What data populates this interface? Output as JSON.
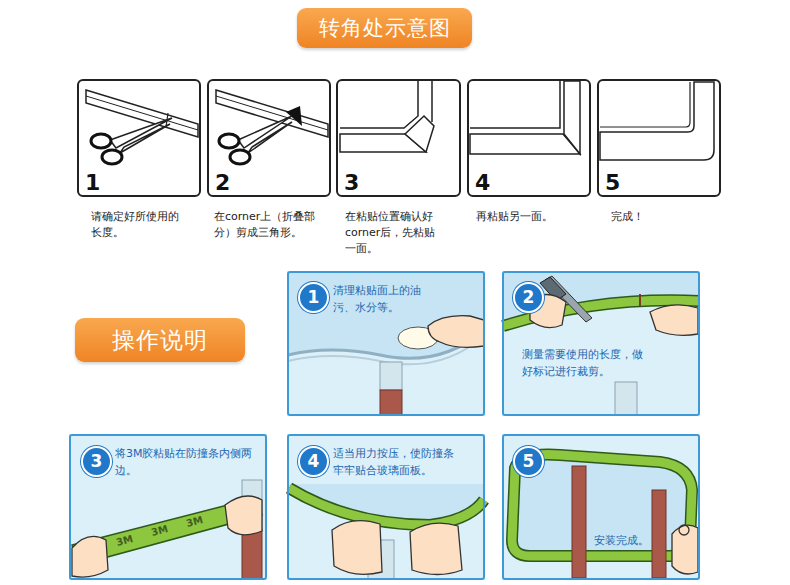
{
  "diagram": {
    "title": "转角处示意图",
    "nodes": [
      {
        "text": [
          "1",
          "请确定好所使用的长度。"
        ]
      },
      {
        "text": [
          "2",
          "在corner上（折叠部分）剪成三角形。"
        ]
      },
      {
        "text": [
          "3",
          "在粘贴位置确认好corner后，先粘贴一面。"
        ]
      },
      {
        "text": [
          "4",
          "再粘贴另一面。"
        ]
      },
      {
        "text": [
          "5",
          "完成！"
        ]
      },
      {
        "text": [
          "操作说明"
        ]
      },
      {
        "text": [
          "1",
          "清理粘贴面上的油污、水分等。"
        ]
      },
      {
        "text": [
          "2",
          "测量需要使用的长度，做好标记进行裁剪。"
        ]
      },
      {
        "text": [
          "3",
          "将3M胶粘贴在防撞条内侧两边。"
        ]
      },
      {
        "text": [
          "4",
          "适当用力按压，使防撞条牢牢贴合玻璃面板。"
        ]
      },
      {
        "text": [
          "5",
          "安装完成。"
        ]
      }
    ],
    "labels": [
      "3M",
      "3M",
      "3M"
    ]
  }
}
